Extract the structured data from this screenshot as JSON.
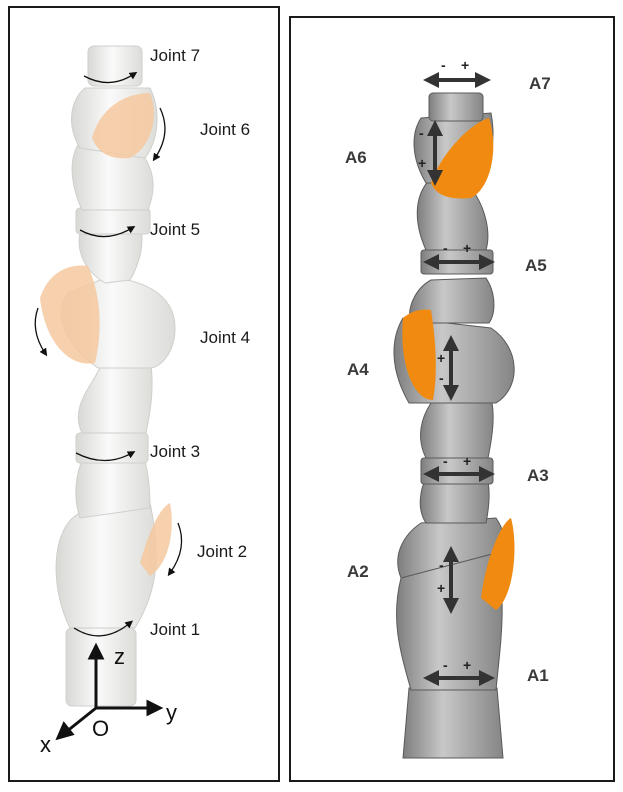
{
  "left_diagram": {
    "joints": [
      {
        "id": "j7",
        "label": "Joint 7"
      },
      {
        "id": "j6",
        "label": "Joint 6"
      },
      {
        "id": "j5",
        "label": "Joint 5"
      },
      {
        "id": "j4",
        "label": "Joint 4"
      },
      {
        "id": "j3",
        "label": "Joint 3"
      },
      {
        "id": "j2",
        "label": "Joint 2"
      },
      {
        "id": "j1",
        "label": "Joint 1"
      }
    ],
    "frame": {
      "z": "z",
      "y": "y",
      "x": "x",
      "origin": "O"
    },
    "colors": {
      "link": "#f2f2f0",
      "shade": "#d9d9d6",
      "highlight": "#f6c99f"
    }
  },
  "right_diagram": {
    "axes": [
      {
        "id": "a7",
        "label": "A7"
      },
      {
        "id": "a6",
        "label": "A6"
      },
      {
        "id": "a5",
        "label": "A5"
      },
      {
        "id": "a4",
        "label": "A4"
      },
      {
        "id": "a3",
        "label": "A3"
      },
      {
        "id": "a2",
        "label": "A2"
      },
      {
        "id": "a1",
        "label": "A1"
      }
    ],
    "signs": {
      "minus": "-",
      "plus": "+"
    },
    "colors": {
      "link": "#a9a9a9",
      "dark": "#6e6e6e",
      "accent": "#f08a10"
    }
  }
}
